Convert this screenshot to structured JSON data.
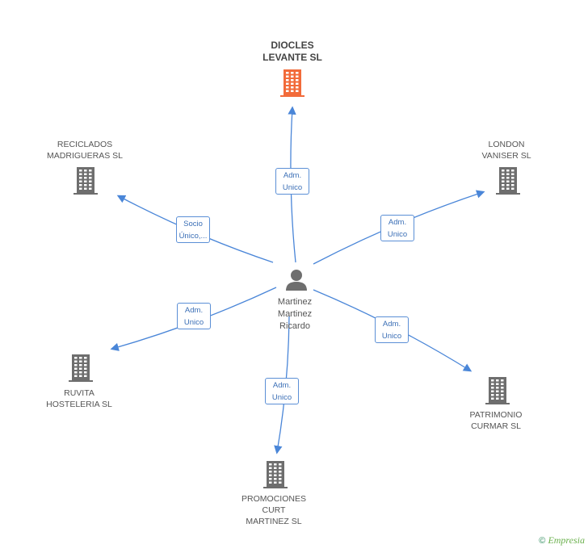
{
  "center": {
    "name": [
      "Martinez",
      "Martinez",
      "Ricardo"
    ]
  },
  "companies": [
    {
      "id": "diocles",
      "name": [
        "DIOCLES",
        "LEVANTE SL"
      ],
      "main": true,
      "relation": [
        "Adm.",
        "Unico"
      ]
    },
    {
      "id": "reciclados",
      "name": [
        "RECICLADOS",
        "MADRIGUERAS SL"
      ],
      "relation": [
        "Socio",
        "Único,..."
      ]
    },
    {
      "id": "london",
      "name": [
        "LONDON",
        "VANISER SL"
      ],
      "relation": [
        "Adm.",
        "Unico"
      ]
    },
    {
      "id": "ruvita",
      "name": [
        "RUVITA",
        "HOSTELERIA  SL"
      ],
      "relation": [
        "Adm.",
        "Unico"
      ]
    },
    {
      "id": "patrimonio",
      "name": [
        "PATRIMONIO",
        "CURMAR  SL"
      ],
      "relation": [
        "Adm.",
        "Unico"
      ]
    },
    {
      "id": "promociones",
      "name": [
        "PROMOCIONES",
        "CURT",
        "MARTINEZ SL"
      ],
      "relation": [
        "Adm.",
        "Unico"
      ]
    }
  ],
  "colors": {
    "main_building": "#f26b3a",
    "building": "#6e6e6e",
    "arrow": "#4a86d8",
    "person": "#6e6e6e"
  },
  "footer": {
    "copyright": "©",
    "brand": "Empresia"
  }
}
